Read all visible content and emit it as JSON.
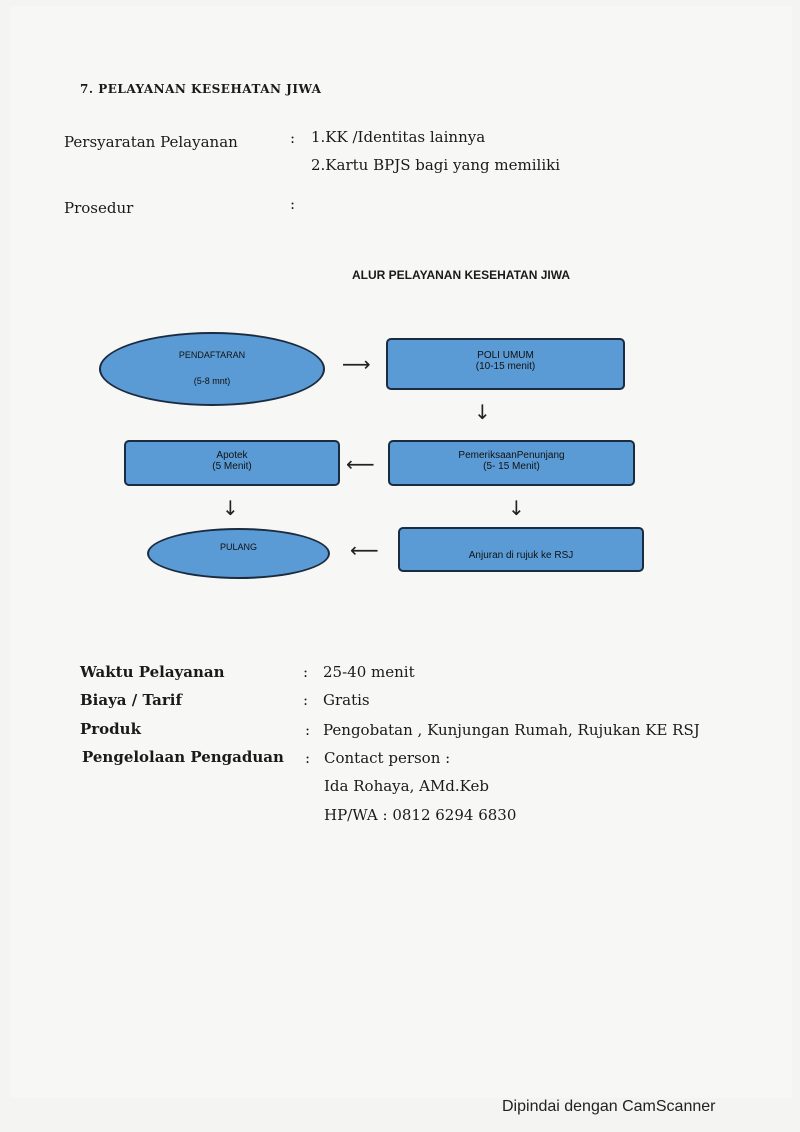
{
  "section_title": "7. PELAYANAN KESEHATAN JIWA",
  "requirements": {
    "label": "Persyaratan Pelayanan",
    "colon": ":",
    "items": [
      "1.KK /Identitas lainnya",
      "2.Kartu BPJS bagi yang memiliki"
    ]
  },
  "procedure": {
    "label": "Prosedur",
    "colon": ":"
  },
  "flowchart": {
    "title": "ALUR PELAYANAN KESEHATAN JIWA",
    "nodes": {
      "pendaftaran": {
        "line1": "PENDAFTARAN",
        "line2": "(5-8 mnt)"
      },
      "poli_umum": {
        "line1": "POLI UMUM",
        "line2": "(10-15 menit)"
      },
      "pemeriksaan": {
        "line1": "PemeriksaanPenunjang",
        "line2": "(5- 15 Menit)"
      },
      "apotek": {
        "line1": "Apotek",
        "line2": "(5 Menit)"
      },
      "rujuk": {
        "line1": "Anjuran di rujuk ke RSJ"
      },
      "pulang": {
        "line1": "PULANG"
      }
    }
  },
  "details": [
    {
      "label": "Waktu Pelayanan",
      "colon": ":",
      "value": "25-40 menit"
    },
    {
      "label": "Biaya / Tarif",
      "colon": ":",
      "value": "Gratis"
    },
    {
      "label": "Produk",
      "colon": ":",
      "value": "Pengobatan , Kunjungan Rumah, Rujukan KE RSJ"
    },
    {
      "label": "Pengelolaan Pengaduan",
      "colon": ":",
      "value": "Contact person :",
      "extra": [
        "Ida Rohaya, AMd.Keb",
        "HP/WA : 0812 6294 6830"
      ]
    }
  ],
  "footer": "Dipindai dengan CamScanner",
  "colors": {
    "node_fill": "#5b9bd5",
    "node_border": "#1c2c40"
  }
}
